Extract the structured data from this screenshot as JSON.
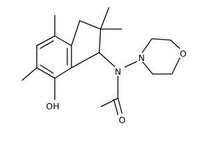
{
  "molecule": {
    "atoms": {
      "nitrogen_hydrazide": "N",
      "nitrogen_morpholine": "N",
      "oxygen_morpholine": "O",
      "hydroxyl": "OH",
      "carbonyl_oxygen": "O"
    }
  }
}
